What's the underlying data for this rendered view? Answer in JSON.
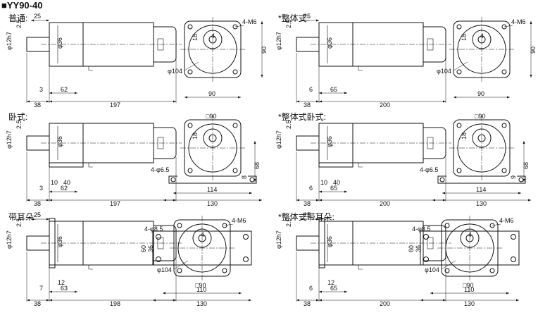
{
  "title": "■YY90-40",
  "sections": [
    {
      "label": "普通:",
      "dims": {
        "d12": "φ12h7",
        "s25": "25",
        "c36": "φ36",
        "s3": "3",
        "s62": "62",
        "s38": "38",
        "total": "197",
        "v2_5": "2.5",
        "fm6": "4-M6",
        "f104": "φ104",
        "f18": "18",
        "fsq": "90",
        "fw": "90",
        "f4": "4"
      }
    },
    {
      "label": "*整体式:",
      "dims": {
        "d12": "φ12h7",
        "s25": "25",
        "c36": "φ36",
        "s3": "6",
        "s62": "65",
        "s38": "38",
        "total": "200",
        "v2_5": "2.5",
        "fm6": "4-M6",
        "f104": "φ104",
        "f18": "18",
        "fsq": "90",
        "fw": "90",
        "f4": "4"
      }
    },
    {
      "label": "卧式:",
      "dims": {
        "d12": "φ12h7",
        "c36": "φ36",
        "s3": "3",
        "s62": "62",
        "s38": "38",
        "total": "197",
        "v2_5": "2.5",
        "s10": "10",
        "s40": "40",
        "fsq": "□90",
        "f18": "18",
        "f68": "68",
        "f8": "8",
        "fhole": "4-φ6.5",
        "fw": "114",
        "fw2": "130"
      }
    },
    {
      "label": "*整体式卧式:",
      "dims": {
        "d12": "φ12h7",
        "c36": "φ36",
        "s3": "6",
        "s62": "65",
        "s38": "38",
        "total": "200",
        "v2_5": "2.5",
        "s10": "10",
        "s40": "40",
        "fsq": "□90",
        "f18": "18",
        "f68": "68",
        "f8": "9",
        "fhole": "4-φ6.5",
        "fw": "114",
        "fw2": "130"
      }
    },
    {
      "label": "带耳朵:",
      "dims": {
        "d12": "φ12h7",
        "s25": "25",
        "c36": "φ36",
        "s3": "7",
        "s12": "12",
        "s62": "63",
        "s38": "38",
        "total": "198",
        "v2_5": "2.5",
        "fm6": "4-M6",
        "f85": "4-φ8.5",
        "f104": "φ104",
        "f60": "60",
        "f36": "36",
        "fsq": "□90",
        "fw": "110",
        "fw2": "130",
        "f4": "4"
      }
    },
    {
      "label": "*整体式带耳朵:",
      "dims": {
        "d12": "φ12h7",
        "s25": "25",
        "c36": "φ36",
        "s3": "6",
        "s12": "12",
        "s62": "65",
        "s38": "38",
        "total": "200",
        "v2_5": "2.5",
        "fm6": "4-M6",
        "f85": "4-φ8.5",
        "f104": "φ104",
        "f60": "60",
        "f36": "36",
        "fsq": "□90",
        "fw": "110",
        "fw2": "130",
        "f4": "4"
      }
    }
  ]
}
